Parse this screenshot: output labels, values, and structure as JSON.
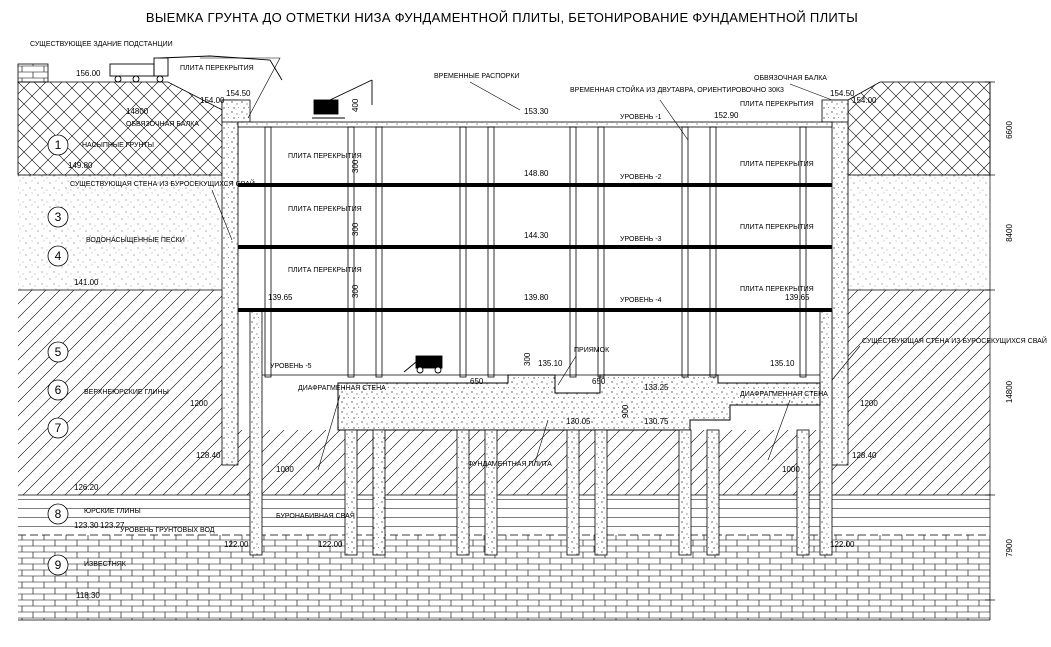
{
  "title": "ВЫЕМКА ГРУНТА ДО ОТМЕТКИ НИЗА ФУНДАМЕНТНОЙ ПЛИТЫ, БЕТОНИРОВАНИЕ ФУНДАМЕНТНОЙ ПЛИТЫ",
  "labels": {
    "substation": "СУЩЕСТВУЮЩЕЕ ЗДАНИЕ ПОДСТАНЦИИ",
    "plita_top": "ПЛИТА ПЕРЕКРЫТИЯ",
    "temp_struts": "ВРЕМЕННЫЕ РАСПОРКИ",
    "temp_post": "ВРЕМЕННАЯ СТОЙКА ИЗ ДВУТАВРА, ОРИЕНТИРОВОЧНО 30К3",
    "tie_beam_right": "ОБВЯЗОЧНАЯ БАЛКА",
    "tie_beam_left": "ОБВЯЗОЧНАЯ БАЛКА",
    "plita_right_top": "ПЛИТА ПЕРЕКРЫТИЯ",
    "fill_soils": "НАСЫПНЫЕ ГРУНТЫ",
    "pile_wall_left": "СУЩЕСТВУЮЩАЯ СТЕНА ИЗ БУРОСЕКУЩИХСЯ СВАЙ",
    "plita_l1": "ПЛИТА ПЕРЕКРЫТИЯ",
    "plita_l2": "ПЛИТА ПЕРЕКРЫТИЯ",
    "plita_l3": "ПЛИТА ПЕРЕКРЫТИЯ",
    "plita_r1": "ПЛИТА ПЕРЕКРЫТИЯ",
    "plita_r2": "ПЛИТА ПЕРЕКРЫТИЯ",
    "plita_r3": "ПЛИТА ПЕРЕКРЫТИЯ",
    "water_sands": "ВОДОНАСЫЩЕННЫЕ ПЕСКИ",
    "level1": "УРОВЕНЬ -1",
    "level2": "УРОВЕНЬ -2",
    "level3": "УРОВЕНЬ -3",
    "level4": "УРОВЕНЬ -4",
    "level5": "УРОВЕНЬ -5",
    "pit": "ПРИЯМОК",
    "pile_wall_right": "СУЩЕСТВУЮЩАЯ СТЕНА ИЗ БУРОСЕКУЩИХСЯ СВАЙ",
    "upper_jurassic": "ВЕРХНЕЮРСКИЕ ГЛИНЫ",
    "diaphragm_left": "ДИАФРАГМЕННАЯ СТЕНА",
    "diaphragm_right": "ДИАФРАГМЕННАЯ СТЕНА",
    "foundation_slab": "ФУНДАМЕНТНАЯ ПЛИТА",
    "jurassic_clays": "ЮРСКИЕ ГЛИНЫ",
    "groundwater": "УРОВЕНЬ ГРУНТОВЫХ ВОД",
    "bored_pile": "БУРОНАБИВНАЯ СВАЯ",
    "limestone": "ИЗВЕСТНЯК"
  },
  "elevations": {
    "e156_00": "156.00",
    "e154_00_l": "154.00",
    "e154_50_l": "154.50",
    "e153_30": "153.30",
    "e152_90": "152.90",
    "e154_50_r": "154.50",
    "e154_00_r": "154.00",
    "e149_80": "149.80",
    "e148_80": "148.80",
    "e144_30": "144.30",
    "e141_00": "141.00",
    "e139_65_l": "139.65",
    "e139_80": "139.80",
    "e139_65_r": "139.65",
    "e135_10_c": "135.10",
    "e135_10_r": "135.10",
    "e133_25": "133.25",
    "e130_75": "130.75",
    "e130_05": "130.05",
    "e128_40_l": "128.40",
    "e128_40_r": "128.40",
    "e126_20": "126.20",
    "e123_30": "123.30",
    "e123_27": "123.27",
    "e122_00_l": "122.00",
    "e122_00_c": "122.00",
    "e122_00_r": "122.00",
    "e118_30": "118.30"
  },
  "dimensions": {
    "d14800_top": "14800",
    "d1200_l": "1200",
    "d1200_r": "1200",
    "d1000_l": "1000",
    "d1000_r": "1000",
    "d300_1": "300",
    "d300_2": "300",
    "d300_3": "300",
    "d400": "400",
    "d300_pit": "300",
    "d650_l": "650",
    "d650_r": "650",
    "d900": "900",
    "side_6600": "6600",
    "side_8400": "8400",
    "side_14800": "14800",
    "side_7900": "7900"
  },
  "layers": [
    "1",
    "3",
    "4",
    "5",
    "6",
    "7",
    "8",
    "9"
  ]
}
